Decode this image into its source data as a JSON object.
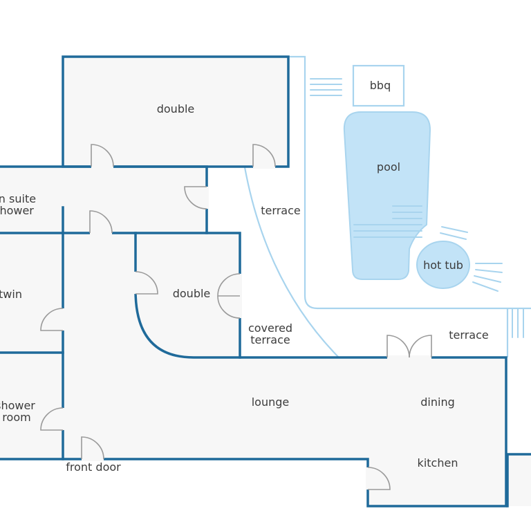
{
  "rooms": {
    "double_top": "double",
    "en_suite_line1": "en suite",
    "en_suite_line2": "shower",
    "twin": "twin",
    "double_mid": "double",
    "shower_line1": "shower",
    "shower_line2": "room",
    "lounge": "lounge",
    "dining": "dining",
    "kitchen": "kitchen",
    "front_door": "front door",
    "covered_terrace_line1": "covered",
    "covered_terrace_line2": "terrace",
    "terrace_upper": "terrace",
    "terrace_lower": "terrace"
  },
  "outdoor": {
    "bbq": "bbq",
    "pool": "pool",
    "hot_tub": "hot tub"
  },
  "colors": {
    "wall": "#1f6a9a",
    "floor": "#f7f7f7",
    "door": "#9a9a9a",
    "outdoor_line": "#a8d4ee",
    "water": "#c2e3f7"
  }
}
